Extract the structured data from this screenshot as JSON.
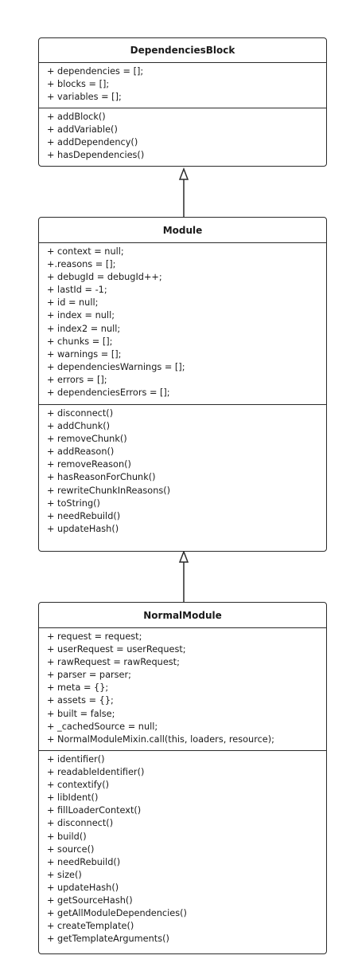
{
  "classes": [
    {
      "id": "dependencies-block",
      "name": "DependenciesBlock",
      "attributes": [
        "+ dependencies = [];",
        "+ blocks = [];",
        "+ variables = [];"
      ],
      "methods": [
        "+ addBlock()",
        "+ addVariable()",
        "+ addDependency()",
        "+ hasDependencies()"
      ]
    },
    {
      "id": "module",
      "name": "Module",
      "attributes": [
        "+ context = null;",
        "+.reasons = [];",
        "+ debugId = debugId++;",
        "+ lastId = -1;",
        "+ id = null;",
        "+ index = null;",
        "+ index2 = null;",
        "+ chunks = [];",
        "+ warnings = [];",
        "+ dependenciesWarnings = [];",
        "+ errors = [];",
        "+ dependenciesErrors = [];"
      ],
      "methods": [
        "+ disconnect()",
        "+ addChunk()",
        "+ removeChunk()",
        "+ addReason()",
        "+ removeReason()",
        "+ hasReasonForChunk()",
        "+ rewriteChunkInReasons()",
        "+ toString()",
        "+ needRebuild()",
        "+ updateHash()"
      ]
    },
    {
      "id": "normal-module",
      "name": "NormalModule",
      "attributes": [
        "+ request = request;",
        "+ userRequest = userRequest;",
        "+ rawRequest = rawRequest;",
        "+ parser = parser;",
        "+ meta = {};",
        "+ assets = {};",
        "+ built = false;",
        "+ _cachedSource = null;",
        "+ NormalModuleMixin.call(this, loaders, resource);"
      ],
      "methods": [
        "+ identifier()",
        "+ readableIdentifier()",
        "+ contextify()",
        "+ libIdent()",
        "+ fillLoaderContext()",
        "+ disconnect()",
        "+ build()",
        "+ source()",
        "+ needRebuild()",
        "+ size()",
        "+ updateHash()",
        "+ getSourceHash()",
        "+ getAllModuleDependencies()",
        "+ createTemplate()",
        "+ getTemplateArguments()"
      ]
    }
  ],
  "relations": [
    {
      "type": "inheritance",
      "from": "Module",
      "to": "DependenciesBlock"
    },
    {
      "type": "inheritance",
      "from": "NormalModule",
      "to": "Module"
    }
  ]
}
